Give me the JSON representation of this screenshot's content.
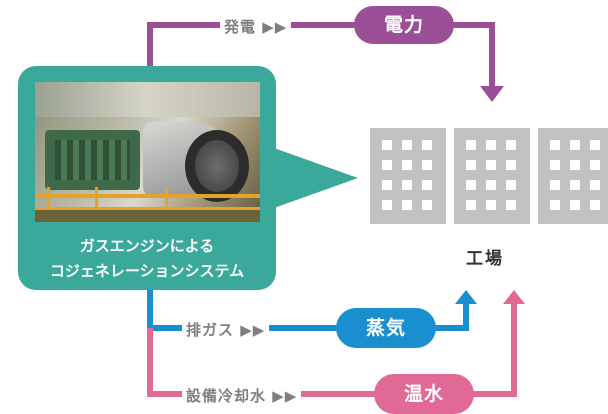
{
  "flows": {
    "power": {
      "label": "発電 ▶▶",
      "product": "電力",
      "color": "#9b4f97"
    },
    "exhaust": {
      "label": "排ガス ▶▶",
      "product": "蒸気",
      "color": "#1a8fcf"
    },
    "cooling": {
      "label": "設備冷却水 ▶▶",
      "product": "温水",
      "color": "#e06a95"
    }
  },
  "source": {
    "label_line1": "ガスエンジンによる",
    "label_line2": "コジェネレーションシステム",
    "color": "#3aa89a",
    "photo_icon": "gas-engine-photo"
  },
  "factory": {
    "label": "工場",
    "color": "#c2c2c2",
    "icon": "factory-building-icon"
  }
}
